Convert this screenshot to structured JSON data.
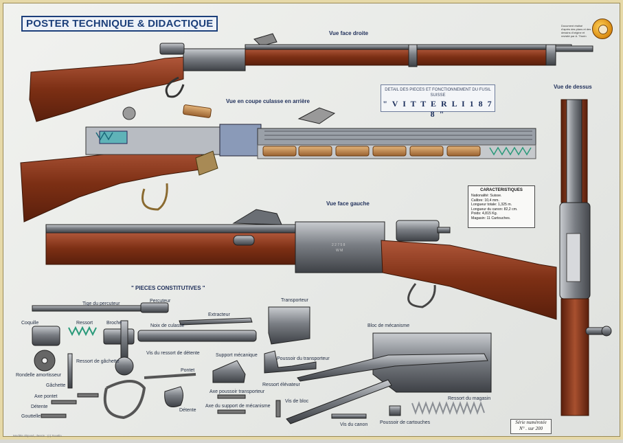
{
  "title": "POSTER TECHNIQUE & DIDACTIQUE",
  "views": {
    "right": "Vue face droite",
    "section": "Vue en coupe culasse en arrière",
    "left": "Vue face gauche",
    "top": "Vue de dessus"
  },
  "name_box": {
    "description": "DETAIL DES PIECES ET FONCTIONNEMENT  DU FUSIL SUISSE",
    "model": "\" V I T T E R L I  1 8 7 8 \""
  },
  "specs": {
    "title": "CARACTERISTIQUES",
    "lines": [
      "Nationalité:  Suisse.",
      "Calibre:    10,4 mm.",
      "Longueur totale:  1,325 m.",
      "Longueur du canon: 82,2 cm.",
      "Poids:   4,815 Kg.",
      "Magasin:  11 Cartouches."
    ]
  },
  "parts_heading": "\"  PIECES CONSTITUTIVES  \"",
  "parts": {
    "tige": "Tige du percuteur",
    "percuteur": "Percuteur",
    "coquille": "Coquille",
    "ressort": "Ressort",
    "broche": "Broche",
    "noix": "Noix de culasse",
    "extracteur": "Extracteur",
    "transporteur": "Transporteur",
    "bloc": "Bloc de mécanisme",
    "rondelle": "Rondelle amortisseur",
    "ressort_gachette": "Ressort de gâchette",
    "vis_ressort_detente": "Vis du ressort de détente",
    "support": "Support mécanique",
    "poussoir_transporteur": "Poussoir du transporteur",
    "gachette": "Gâchette",
    "pontet": "Pontet",
    "ressort_elevateur": "Ressort élévateur",
    "axe_pontet": "Axe pontet",
    "axe_poussoir": "Axe poussoir transporteur",
    "detente": "Détente",
    "axe_support": "Axe du support de mécanisme",
    "vis_bloc": "Vis de bloc",
    "ressort_magasin": "Ressort du magasin",
    "gouttelle": "Gouttelle",
    "detente2": "Détente",
    "vis_canon": "Vis du canon",
    "poussoir_cartouches": "Poussoir de cartouches"
  },
  "receiver_marks": {
    "serial": "2 2 7 5 8",
    "code": "W M"
  },
  "series": {
    "line1": "Série numérotée",
    "line2": "N°  . sur 200"
  },
  "logo_text": "Document réalisé d'après des plans et des dessins d'origine et revisité par A. Thorin",
  "copyright": "Modèle déposé, dessin : (c) Tuvalin",
  "colors": {
    "title_blue": "#1c3f7a",
    "wood": "#8a3a1c",
    "metal": "#6e7278",
    "frame": "#e6d9a8"
  }
}
